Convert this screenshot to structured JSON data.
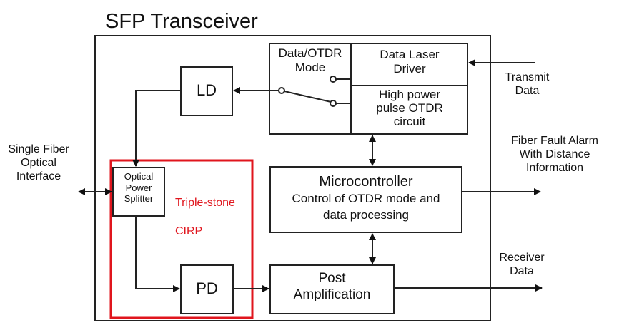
{
  "title": "SFP Transceiver",
  "blocks": {
    "mode_switch": {
      "line1": "Data/OTDR",
      "line2": "Mode"
    },
    "data_laser_driver": {
      "line1": "Data Laser",
      "line2": "Driver"
    },
    "otdr_circuit": {
      "line1": "High power",
      "line2": "pulse OTDR",
      "line3": "circuit"
    },
    "ld": {
      "label": "LD"
    },
    "splitter": {
      "line1": "Optical",
      "line2": "Power",
      "line3": "Splitter"
    },
    "microcontroller": {
      "line1": "Microcontroller",
      "line2": "Control of OTDR mode and",
      "line3": "data processing"
    },
    "pd": {
      "label": "PD"
    },
    "post_amp": {
      "line1": "Post",
      "line2": "Amplification"
    }
  },
  "highlight": {
    "line1": "Triple-stone",
    "line2": "CIRP",
    "color": "#e0151d"
  },
  "external": {
    "fiber_interface": {
      "line1": "Single Fiber",
      "line2": "Optical",
      "line3": "Interface"
    },
    "transmit_data": {
      "line1": "Transmit",
      "line2": "Data"
    },
    "fault_alarm": {
      "line1": "Fiber Fault Alarm",
      "line2": "With Distance",
      "line3": "Information"
    },
    "receiver_data": {
      "line1": "Receiver",
      "line2": "Data"
    }
  }
}
